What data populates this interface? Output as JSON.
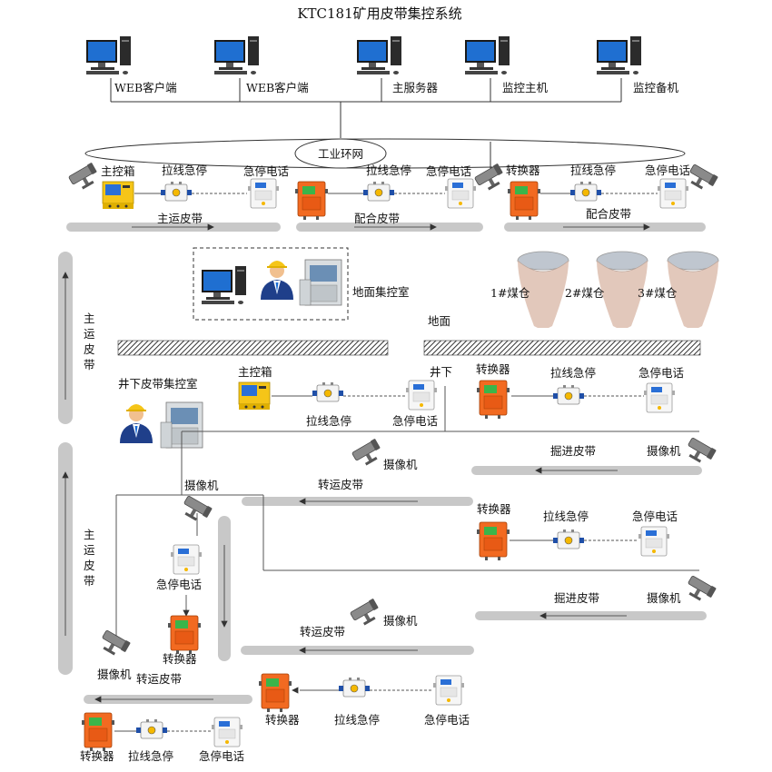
{
  "title": "KTC181矿用皮带集控系统",
  "computers": [
    {
      "label": "WEB客户端"
    },
    {
      "label": "WEB客户端"
    },
    {
      "label": "主服务器"
    },
    {
      "label": "监控主机"
    },
    {
      "label": "监控备机"
    }
  ],
  "ring_label": "工业环网",
  "ground_room_label": "地面集控室",
  "ground_label": "地面",
  "underground_label": "井下",
  "underground_room_label": "井下皮带集控室",
  "bunkers": [
    {
      "label": "1#煤仓"
    },
    {
      "label": "2#煤仓"
    },
    {
      "label": "3#煤仓"
    }
  ],
  "surface_groups": [
    {
      "box": "主控箱",
      "estop": "拉线急停",
      "phone": "急停电话",
      "belt": "主运皮带"
    },
    {
      "estop": "拉线急停",
      "phone": "急停电话",
      "belt": "配合皮带"
    },
    {
      "box": "转换器",
      "estop": "拉线急停",
      "phone": "急停电话",
      "belt": "配合皮带"
    }
  ],
  "vertical_belts": [
    {
      "label": "主运皮带"
    },
    {
      "label": "主运皮带"
    }
  ],
  "ug_row1": {
    "box": "主控箱",
    "estop": "拉线急停",
    "phone": "急停电话",
    "converter": "转换器",
    "estop2": "拉线急停",
    "phone2": "急停电话"
  },
  "camera_label": "摄像机",
  "belts_ug": {
    "excavate": "掘进皮带",
    "transfer": "转运皮带"
  },
  "converter_label": "转换器",
  "estop_label": "拉线急停",
  "phone_label": "急停电话",
  "colors": {
    "orange": "#f26a21",
    "yellow": "#f5c518",
    "belt": "#c8c8c8",
    "ring": "#333333"
  }
}
